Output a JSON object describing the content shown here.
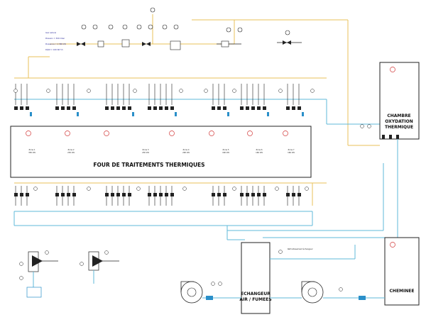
{
  "furnace": {
    "title": "FOUR DE TRAITEMENTS THERMIQUES",
    "zones": [
      {
        "name": "Zone 1",
        "power": "350 kW"
      },
      {
        "name": "Zone 2",
        "power": "230 kW"
      },
      {
        "name": "Zone 3",
        "power": "230 kW"
      },
      {
        "name": "Zone 4",
        "power": "290 kW"
      },
      {
        "name": "Zone 5",
        "power": "160 kW"
      },
      {
        "name": "Zone 6",
        "power": "160 kW"
      },
      {
        "name": "Zone 7",
        "power": "160 kW"
      }
    ]
  },
  "oxidation_chamber": {
    "label_line1": "CHAMBRE",
    "label_line2": "OXYDATION",
    "label_line3": "THERMIQUE"
  },
  "exchanger": {
    "label_line1": "ECHANGEUR",
    "label_line2": "AIR / FUMEES"
  },
  "chimney": {
    "label": "CHEMINEE"
  },
  "gas_supply": {
    "label": "Gaz naturel",
    "lines": [
      "Pression = 300 mbar",
      "Puissance = 1 580 kW",
      "Débit = 160 Nm³/h"
    ]
  },
  "annotations": {
    "refroidissement": "Refroidissement échangeur"
  },
  "colors": {
    "gas_line": "#e8c25a",
    "air_line": "#5fb8d8",
    "alarm_red": "#d23a3a",
    "outline": "#222222"
  }
}
